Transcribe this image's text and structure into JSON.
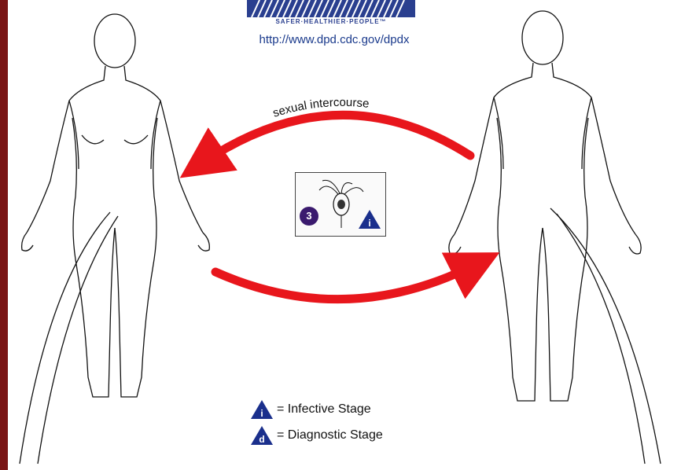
{
  "header": {
    "tagline": "SAFER·HEALTHIER·PEOPLE™",
    "url": "http://www.dpd.cdc.gov/dpdx"
  },
  "diagram": {
    "arrow_label": "sexual intercourse",
    "stage_number": "3",
    "stage_letter": "i",
    "colors": {
      "arrow": "#e8161c",
      "badge": "#1a2f8c",
      "stage_circle": "#3a1a6e"
    }
  },
  "legend": [
    {
      "letter": "i",
      "label": "= Infective Stage"
    },
    {
      "letter": "d",
      "label": "= Diagnostic Stage"
    }
  ]
}
